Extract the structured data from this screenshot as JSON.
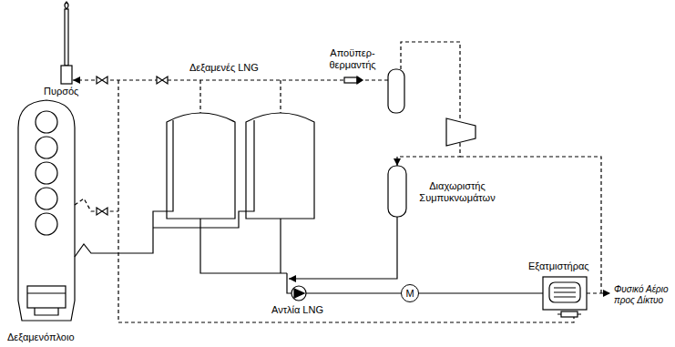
{
  "diagram": {
    "nodes": [
      {
        "text": [
          "M"
        ]
      }
    ],
    "labels": [
      "Πυρσός",
      "Δεξαμενές LNG",
      "Αποϋπερ- θερμαντής",
      "Διαχωριστής Συμπυκνωμάτων",
      "Εξατμιστήρας",
      "Αντλία LNG",
      "Φυσικό Αέριο προς Δίκτυο",
      "Δεξαμενόπλοιο"
    ]
  }
}
